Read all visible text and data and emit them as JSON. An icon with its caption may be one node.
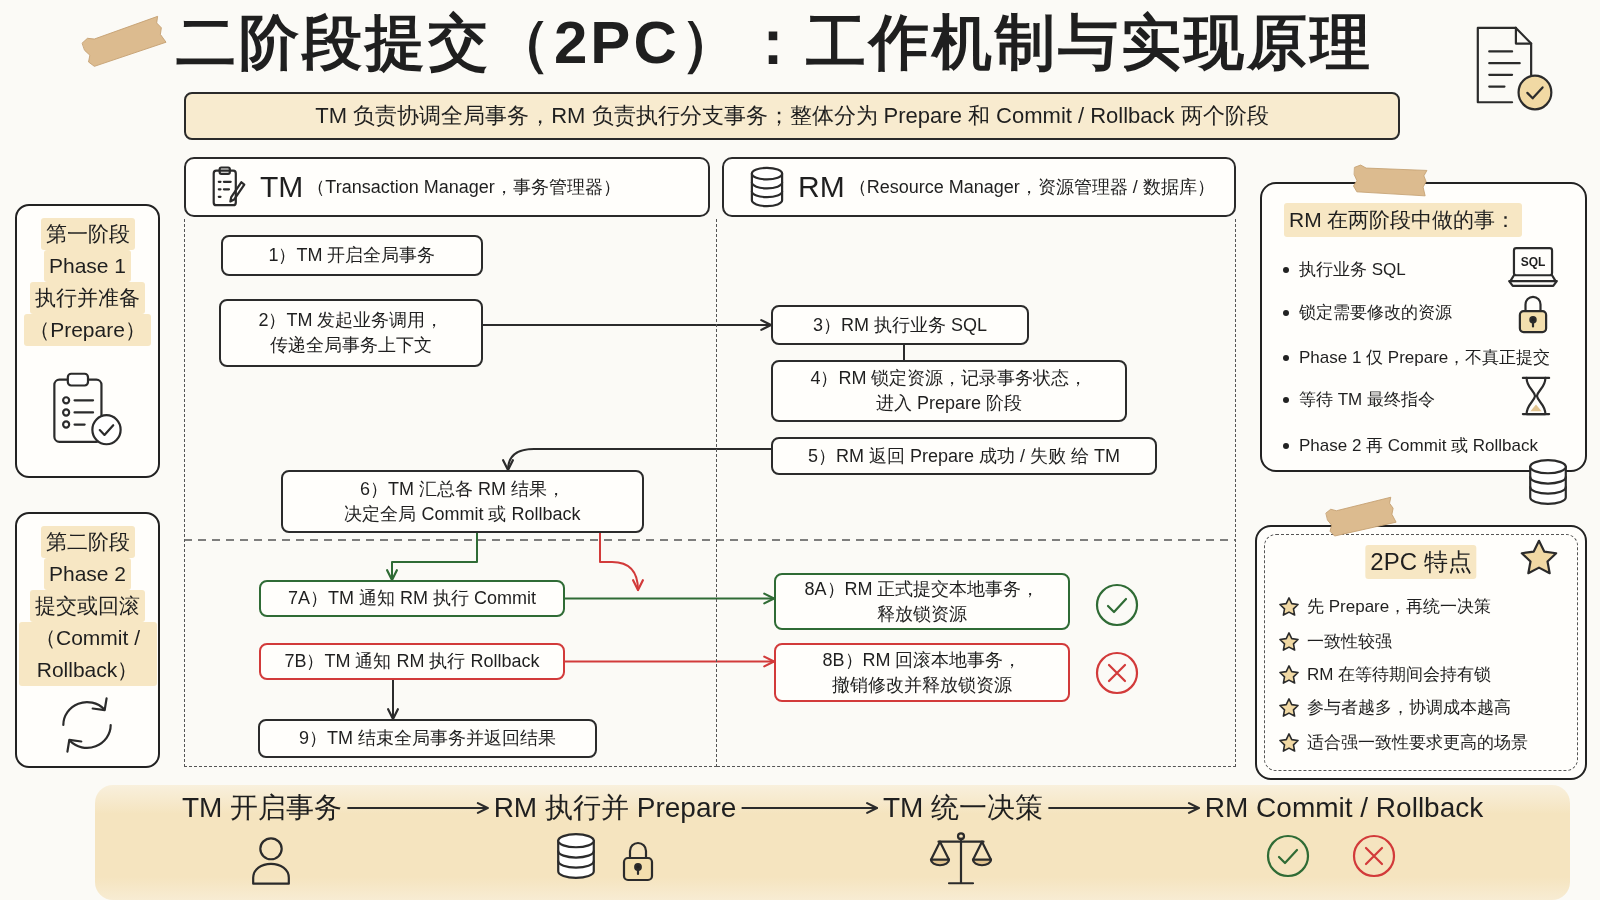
{
  "diagram": {
    "title": "二阶段提交（2PC）：工作机制与实现原理",
    "nodes": [
      {
        "text": [
          "TM 负责协调全局事务，RM 负责执行分支事务；整体分为 Prepare 和 Commit / Rollback 两个阶段"
        ]
      },
      {
        "text": [
          "第一阶段",
          "Phase 1",
          "执行并准备",
          "（Prepare）"
        ]
      },
      {
        "text": [
          "第二阶段",
          "Phase 2",
          "提交或回滚",
          "（Commit / Rollback）"
        ]
      },
      {
        "text": [
          "TM",
          "（Transaction Manager，事务管理器）"
        ]
      },
      {
        "text": [
          "RM",
          "（Resource Manager，资源管理器 / 数据库）"
        ]
      },
      {
        "text": [
          "1）TM 开启全局事务"
        ],
        "in": 3
      },
      {
        "text": [
          "2）TM 发起业务调用，传递全局事务上下文"
        ],
        "in": 3
      },
      {
        "text": [
          "3）RM 执行业务 SQL"
        ],
        "in": 4
      },
      {
        "text": [
          "4）RM 锁定资源，记录事务状态，进入 Prepare 阶段"
        ],
        "in": 4
      },
      {
        "text": [
          "5）RM 返回 Prepare 成功 / 失败 给 TM"
        ],
        "in": 4
      },
      {
        "text": [
          "6）TM 汇总各 RM 结果，决定全局 Commit 或 Rollback"
        ],
        "in": 3
      },
      {
        "text": [
          "7A）TM 通知 RM 执行 Commit"
        ],
        "in": 3
      },
      {
        "text": [
          "8A）RM 正式提交本地事务，释放锁资源"
        ],
        "in": 4
      },
      {
        "text": [
          "7B）TM 通知 RM 执行 Rollback"
        ],
        "in": 3
      },
      {
        "text": [
          "8B）RM 回滚本地事务，撤销修改并释放锁资源"
        ],
        "in": 4
      },
      {
        "text": [
          "9）TM 结束全局事务并返回结果"
        ],
        "in": 3
      },
      {
        "text": [
          "RM 在两阶段中做的事：",
          "执行业务 SQL",
          "锁定需要修改的资源",
          "Phase 1 仅 Prepare，不真正提交",
          "等待 TM 最终指令",
          "Phase 2 再 Commit 或 Rollback"
        ]
      },
      {
        "text": [
          "2PC 特点",
          "先 Prepare，再统一决策",
          "一致性较强",
          "RM 在等待期间会持有锁",
          "参与者越多，协调成本越高",
          "适合强一致性要求更高的场景"
        ]
      },
      {
        "text": [
          "TM 开启事务"
        ]
      },
      {
        "text": [
          "RM 执行并 Prepare"
        ]
      },
      {
        "text": [
          "TM 统一决策"
        ]
      },
      {
        "text": [
          "RM Commit / Rollback"
        ]
      }
    ],
    "edges": [
      {
        "from": 6,
        "to": 7,
        "arrow": "to"
      },
      {
        "from": 7,
        "to": 8,
        "arrow": "none"
      },
      {
        "from": 9,
        "to": 10,
        "arrow": "to"
      },
      {
        "from": 10,
        "to": 11,
        "arrow": "to",
        "color": "#2f6b35"
      },
      {
        "from": 10,
        "to": null,
        "arrow": "to",
        "color": "#d23a3a"
      },
      {
        "from": 11,
        "to": 12,
        "arrow": "to",
        "color": "#2f6b35"
      },
      {
        "from": 13,
        "to": 14,
        "arrow": "to",
        "color": "#d23a3a"
      },
      {
        "from": 13,
        "to": 15,
        "arrow": "to"
      },
      {
        "from": 18,
        "to": 19,
        "arrow": "to"
      },
      {
        "from": 19,
        "to": 20,
        "arrow": "to"
      },
      {
        "from": 20,
        "to": 21,
        "arrow": "to"
      }
    ],
    "labels": [
      "SQL"
    ]
  }
}
